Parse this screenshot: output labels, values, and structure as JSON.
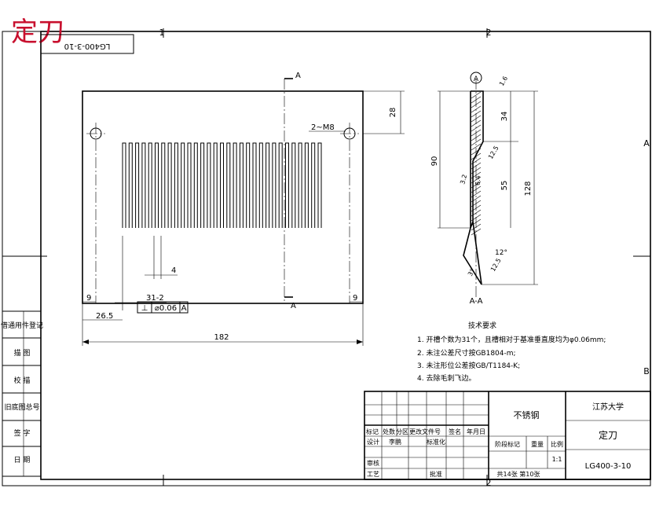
{
  "title_stamp": "定刀",
  "corner_code": "LG400-3-10",
  "zone_numbers": {
    "top_1": "1",
    "top_2": "2",
    "bottom_2": "2"
  },
  "zone_letters": {
    "right_a": "A",
    "right_b": "B"
  },
  "section_mark": {
    "letter": "A",
    "view_label": "A-A",
    "datum": "A"
  },
  "thread_note": "2~M8",
  "dims_front": {
    "d28": "28",
    "d4": "4",
    "d31_2": "31-2",
    "d9_left": "9",
    "d9_right": "9",
    "d26_5": "26.5",
    "d182": "182",
    "tolerance_symbol": "⊥",
    "tolerance_value": "⌀0.06",
    "tolerance_datum": "A"
  },
  "dims_section": {
    "d34": "34",
    "d90": "90",
    "d55": "55",
    "d128": "128",
    "d12_5_top": "1.6",
    "d12_5": "12.5",
    "d3_2": "3.2",
    "d6_4": "6.4",
    "d12deg": "12°",
    "d3deg": "3°",
    "d12_bottom": "12.5"
  },
  "tech_requirements": {
    "heading": "技术要求",
    "items": [
      "1. 开槽个数为31个，且槽相对于基准垂直度均为φ0.06mm;",
      "2. 未注公差尺寸按GB1804-m;",
      "3. 未注形位公差按GB/T1184-K;",
      "4. 去除毛刺飞边。"
    ]
  },
  "side_labels": [
    "借通用件登记",
    "描  图",
    "校  描",
    "旧底图总号",
    "签  字",
    "日  期"
  ],
  "title_block": {
    "material": "不锈钢",
    "school": "江苏大学",
    "part_name": "定刀",
    "drawing_no": "LG400-3-10",
    "row_headers": [
      "标记",
      "处数",
      "分区",
      "更改文件号",
      "签名",
      "年月日"
    ],
    "design": "设计",
    "design_by": "李鹏",
    "standardize": "标准化",
    "stage_mark": "阶段标记",
    "weight": "重量",
    "scale_label": "比例",
    "scale_value": "1:1",
    "review": "审核",
    "process": "工艺",
    "approve": "批准",
    "sheet_info": "共14张 第10张"
  }
}
